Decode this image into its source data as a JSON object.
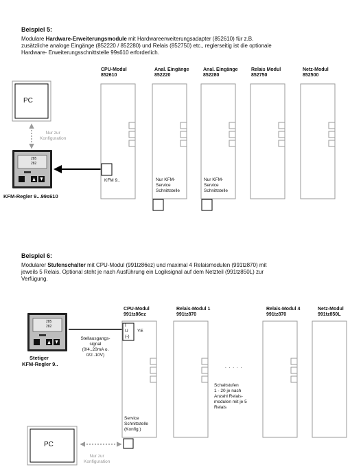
{
  "example5": {
    "heading": "Beispiel 5:",
    "para_1_pre": "Modulare ",
    "para_1_bold": "Hardware-Erweiterungsmodule",
    "para_1_post": " mit Hardwareerweiterungsadapter (852610) für z.B.",
    "para_2": "zusätzliche analoge Eingänge (852220 / 852280) und Relais (852750) etc., reglerseitig ist die optionale",
    "para_3": "Hardware- Erweiterungsschnittstelle 99s610 erforderlich.",
    "modules": [
      {
        "name": "CPU-Modul",
        "code": "852610"
      },
      {
        "name": "Anal. Eingänge",
        "code": "852220"
      },
      {
        "name": "Anal. Eingänge",
        "code": "852280"
      },
      {
        "name": "Relais Modul",
        "code": "852750"
      },
      {
        "name": "Netz-Modul",
        "code": "852500"
      }
    ],
    "pc_label": "PC",
    "config_note_1": "Nur zur",
    "config_note_2": "Konfiguration",
    "kfm_port_label": "KFM 9..",
    "service_1": [
      "Nur KFM-",
      "Service",
      "Schnittstelle"
    ],
    "service_2": [
      "Nur KFM-",
      "Service",
      "Schnittstelle"
    ],
    "controller_label": "KFM-Regler 9...99s610",
    "display_line_1": "285",
    "display_line_2": "282"
  },
  "example6": {
    "heading": "Beispiel 6:",
    "para_1_pre": "Modularer ",
    "para_1_bold": "Stufenschalter",
    "para_1_post": " mit CPU-Modul (991tz86ez) und maximal 4 Relaismodulen (991tz870) mit",
    "para_2": "jeweils 5 Relais. Optional steht je nach Ausführung ein Logiksignal auf dem Netzteil (991tz850L) zur",
    "para_3": "Verfügung.",
    "modules": [
      {
        "name": "CPU-Modul",
        "code": "991tz86ez"
      },
      {
        "name": "Relais-Modul 1",
        "code": "991tz870"
      },
      {
        "name": "Relais-Modul 4",
        "code": "991tz870"
      },
      {
        "name": "Netz-Modul",
        "code": "991tz850L"
      }
    ],
    "signal_label": [
      "Stellausgangs-",
      "signal",
      "(0/4..20mA o.",
      "0/2..10V)"
    ],
    "terminal_i": "I",
    "terminal_u": "U",
    "terminal_ye": "YE",
    "terminal_minus": "(-)",
    "dots": ". . . . .",
    "steps_note": [
      "Schaltstufen",
      "1 - 20 je nach",
      "Anzahl Relais-",
      "modulen mit je 5",
      "Relais"
    ],
    "service_note": [
      "Service",
      "Schnittstelle",
      "(Konfig.)"
    ],
    "controller_label_1": "Stetiger",
    "controller_label_2": "KFM-Regler 9..",
    "pc_label": "PC",
    "config_note_1": "Nur zur",
    "config_note_2": "Konfiguration",
    "display_line_1": "285",
    "display_line_2": "282"
  },
  "colors": {
    "module_stroke": "#9a9a9a",
    "dotted_arrow": "#9a9a9a",
    "device_dark": "#222222",
    "device_face": "#cfcfcf"
  }
}
